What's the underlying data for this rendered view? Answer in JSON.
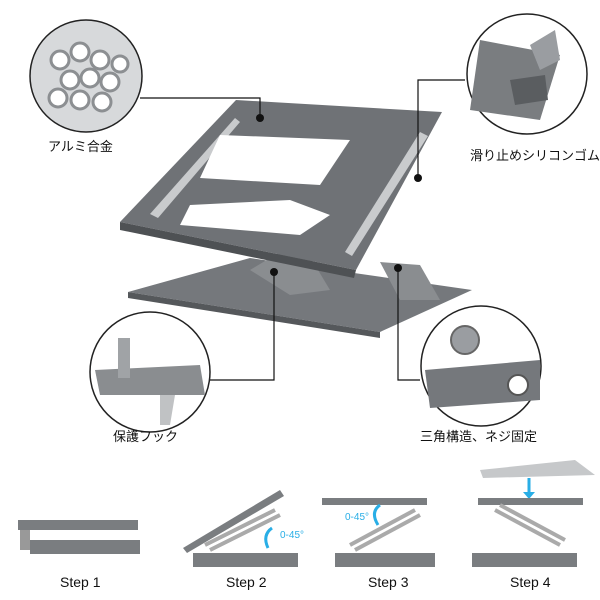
{
  "features": [
    {
      "label": "アルミ合金",
      "icon": "aluminum-tubes"
    },
    {
      "label": "滑り止めシリコンゴム",
      "icon": "silicone-pad"
    },
    {
      "label": "保護フック",
      "icon": "protective-hook"
    },
    {
      "label": "三角構造、ネジ固定",
      "icon": "triangle-screw"
    }
  ],
  "steps": [
    {
      "label": "Step 1"
    },
    {
      "label": "Step 2",
      "angle": "0-45°"
    },
    {
      "label": "Step 3",
      "angle": "0-45°"
    },
    {
      "label": "Step 4"
    }
  ],
  "colors": {
    "metal": "#6f7276",
    "metal_light": "#9a9da1",
    "accent": "#29aee6"
  }
}
